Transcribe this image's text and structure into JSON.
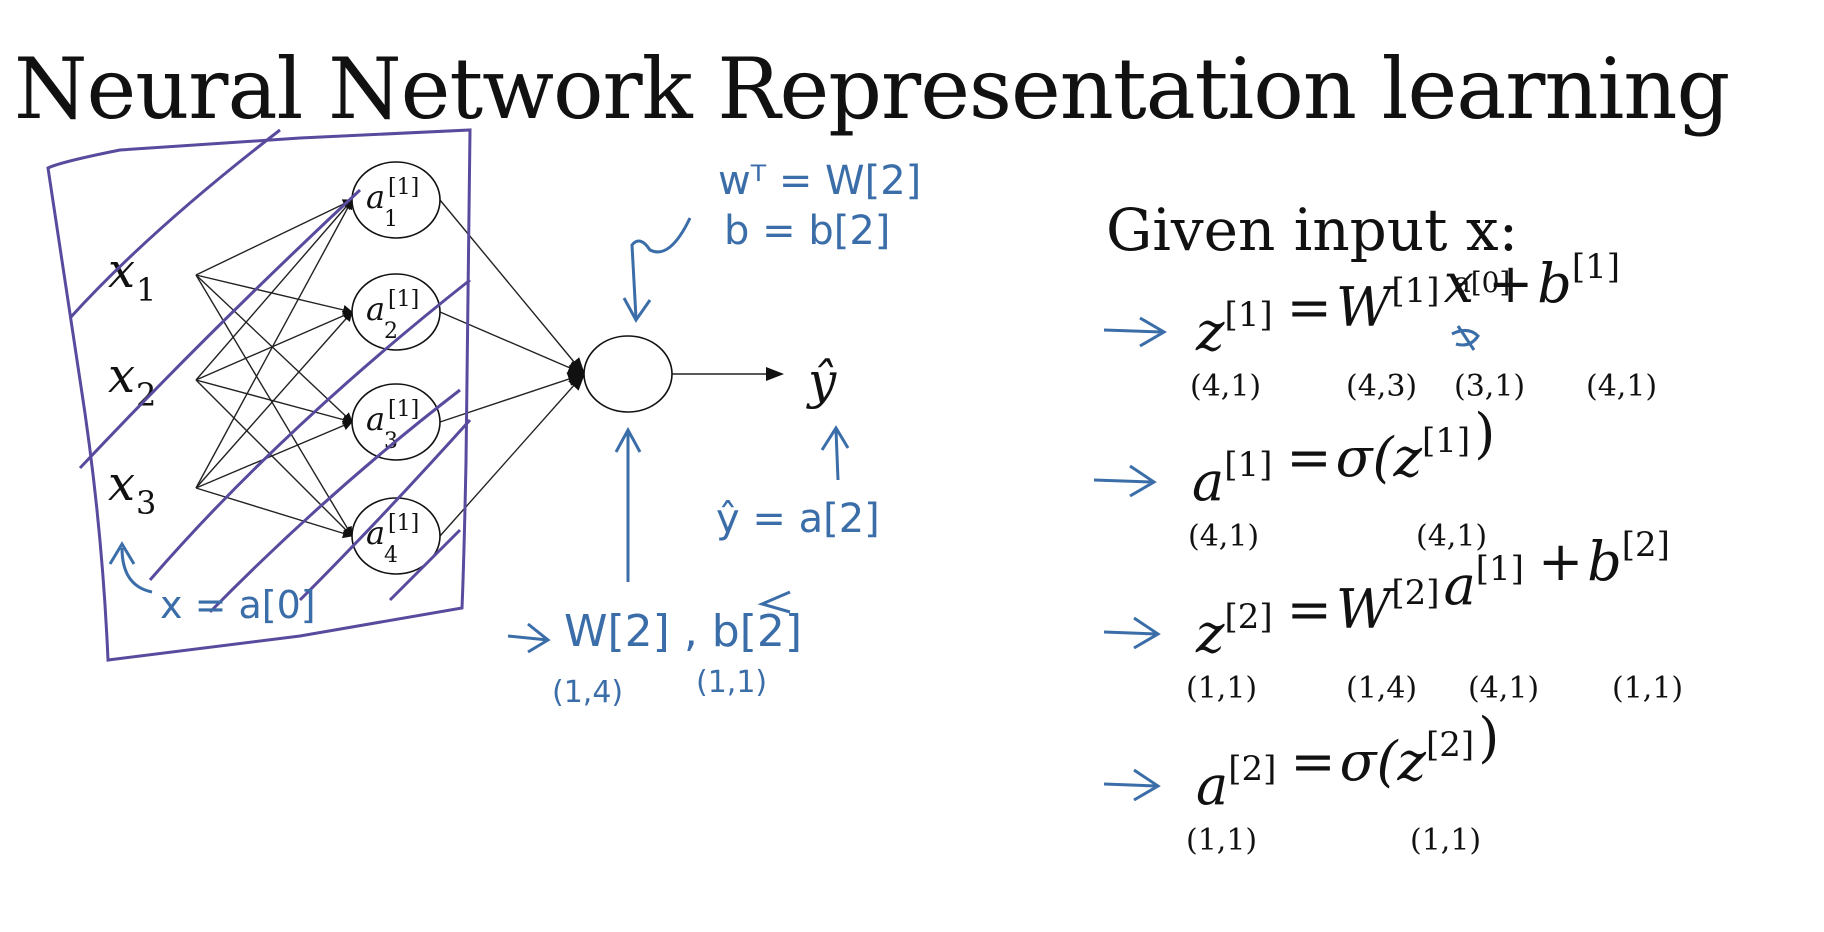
{
  "slide": {
    "title": "Neural Network Representation learning",
    "given": "Given input x:"
  },
  "network": {
    "inputs": [
      {
        "base": "x",
        "sub": "1"
      },
      {
        "base": "x",
        "sub": "2"
      },
      {
        "base": "x",
        "sub": "3"
      }
    ],
    "hidden": [
      {
        "base": "a",
        "sup": "[1]",
        "sub": "1"
      },
      {
        "base": "a",
        "sup": "[1]",
        "sub": "2"
      },
      {
        "base": "a",
        "sup": "[1]",
        "sub": "3"
      },
      {
        "base": "a",
        "sup": "[1]",
        "sub": "4"
      }
    ],
    "output_label": "ŷ"
  },
  "equations": [
    {
      "lhs_base": "z",
      "lhs_sup": "[1]",
      "rhs": [
        [
          "=",
          ""
        ],
        [
          "W",
          "[1]"
        ],
        [
          "x",
          ""
        ],
        [
          "+",
          ""
        ],
        [
          "b",
          "[1]"
        ]
      ],
      "dims": [
        "(4,1)",
        "(4,3)",
        "(3,1)",
        "(4,1)"
      ],
      "note": "a[0]"
    },
    {
      "lhs_base": "a",
      "lhs_sup": "[1]",
      "rhs": [
        [
          "=",
          ""
        ],
        [
          "σ(z",
          "[1]"
        ],
        [
          ")",
          ""
        ]
      ],
      "dims": [
        "(4,1)",
        "(4,1)"
      ]
    },
    {
      "lhs_base": "z",
      "lhs_sup": "[2]",
      "rhs": [
        [
          "=",
          ""
        ],
        [
          "W",
          "[2]"
        ],
        [
          "a",
          "[1]"
        ],
        [
          "+",
          ""
        ],
        [
          "b",
          "[2]"
        ]
      ],
      "dims": [
        "(1,1)",
        "(1,4)",
        "(4,1)",
        "(1,1)"
      ]
    },
    {
      "lhs_base": "a",
      "lhs_sup": "[2]",
      "rhs": [
        [
          "=",
          ""
        ],
        [
          "σ(z",
          "[2]"
        ],
        [
          ")",
          ""
        ]
      ],
      "dims": [
        "(1,1)",
        "(1,1)"
      ]
    }
  ],
  "annotations": {
    "wT": "wᵀ = W[2]",
    "b": "b = b[2]",
    "yhat": "ŷ = a[2]",
    "x_a0": "x = a[0]",
    "params": "W[2] , b[2]",
    "param_dims": [
      "(1,4)",
      "(1,1)"
    ]
  },
  "colors": {
    "ink": "#111111",
    "purple_pen": "#5a4a9e",
    "blue_pen": "#3b6ea8"
  }
}
